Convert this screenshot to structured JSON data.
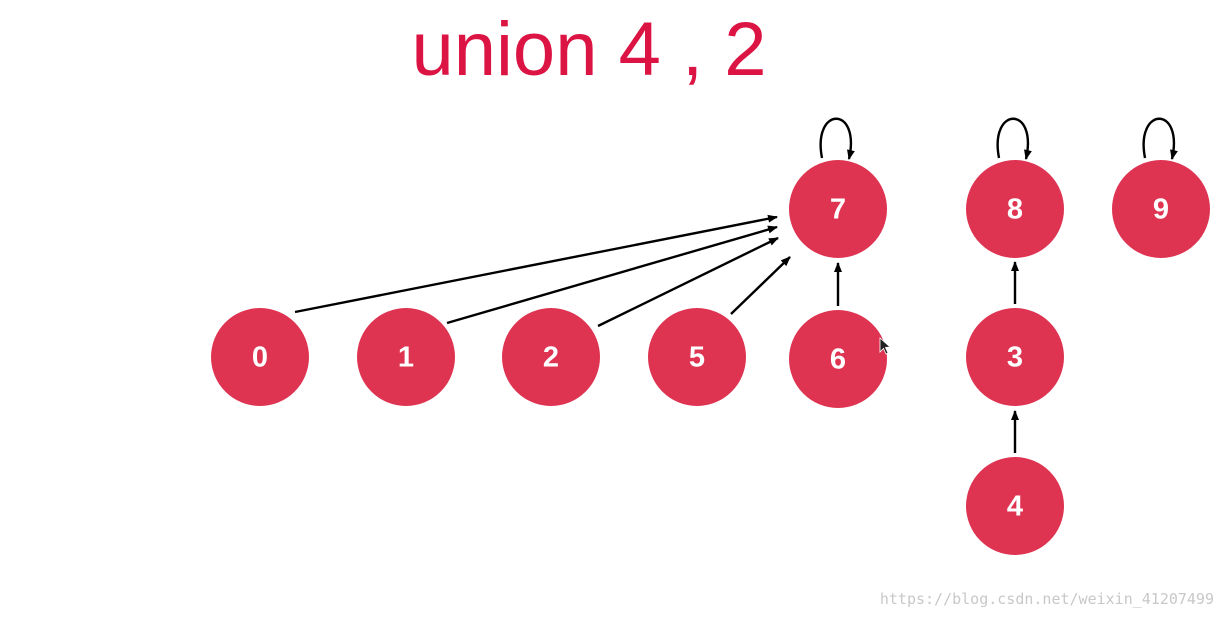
{
  "title": "union 4 , 2",
  "colors": {
    "title": "#dc1443",
    "node_fill": "#de3452",
    "node_text": "#ffffff",
    "edge": "#000000",
    "watermark": "#c8c8c8"
  },
  "nodes": [
    {
      "id": "0",
      "label": "0"
    },
    {
      "id": "1",
      "label": "1"
    },
    {
      "id": "2",
      "label": "2"
    },
    {
      "id": "5",
      "label": "5"
    },
    {
      "id": "6",
      "label": "6"
    },
    {
      "id": "7",
      "label": "7"
    },
    {
      "id": "8",
      "label": "8"
    },
    {
      "id": "9",
      "label": "9"
    },
    {
      "id": "3",
      "label": "3"
    },
    {
      "id": "4",
      "label": "4"
    }
  ],
  "edges": [
    {
      "from": "0",
      "to": "7"
    },
    {
      "from": "1",
      "to": "7"
    },
    {
      "from": "2",
      "to": "7"
    },
    {
      "from": "5",
      "to": "7"
    },
    {
      "from": "6",
      "to": "7"
    },
    {
      "from": "3",
      "to": "8"
    },
    {
      "from": "4",
      "to": "3"
    },
    {
      "from": "7",
      "to": "7"
    },
    {
      "from": "8",
      "to": "8"
    },
    {
      "from": "9",
      "to": "9"
    }
  ],
  "watermark": "https://blog.csdn.net/weixin_41207499"
}
